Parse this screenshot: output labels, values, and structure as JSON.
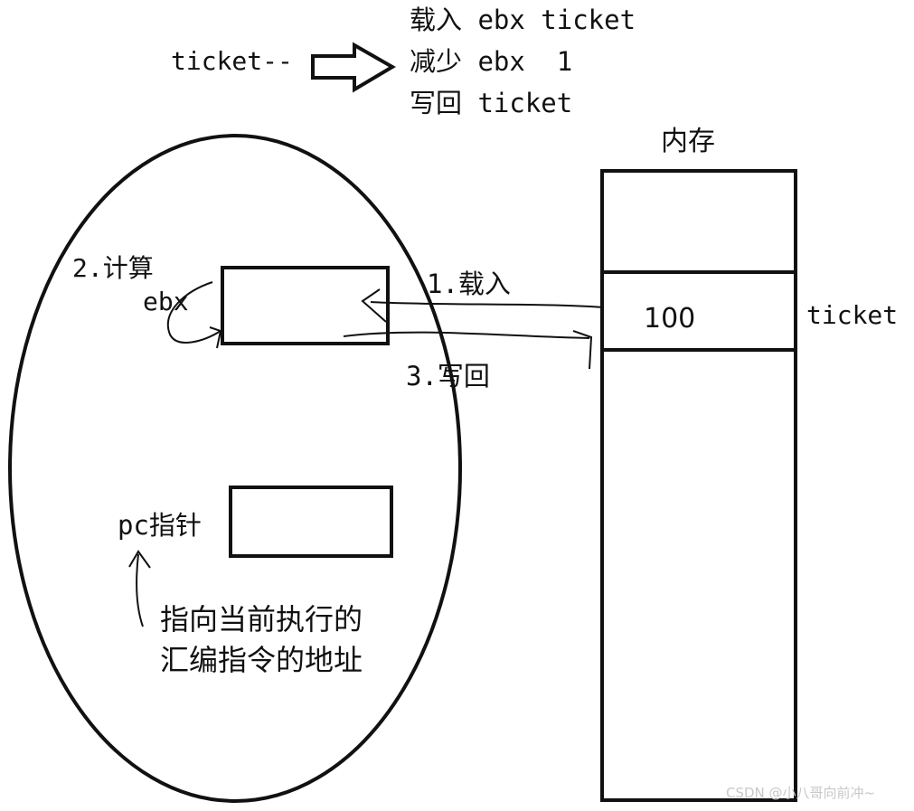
{
  "steps": {
    "source": "ticket--",
    "line1": "载入 ebx ticket",
    "line2": "减少 ebx  1",
    "line3": "写回 ticket"
  },
  "memory": {
    "title": "内存",
    "cell_value": "100",
    "cell_label": "ticket"
  },
  "cpu": {
    "compute_label": "2.计算",
    "register_label": "ebx",
    "load_label": "1.载入",
    "writeback_label": "3.写回",
    "pc_label": "pc指针",
    "pc_note_line1": "指向当前执行的",
    "pc_note_line2": "汇编指令的地址"
  },
  "watermark": "CSDN @小八哥向前冲~",
  "colors": {
    "ink": "#111111",
    "watermark": "#c8c8c8",
    "background": "#ffffff"
  }
}
